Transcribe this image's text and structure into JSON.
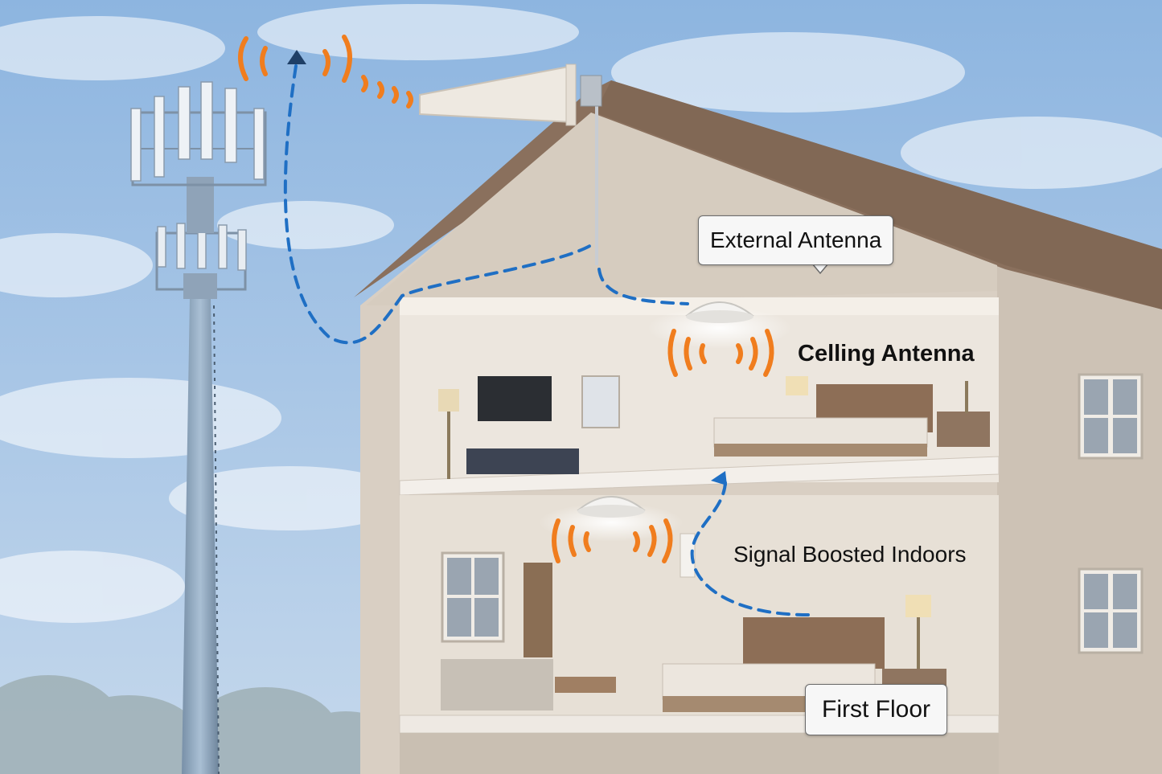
{
  "labels": {
    "external_antenna": "External Antenna",
    "ceiling_antenna": "Celling Antenna",
    "signal_boosted": "Signal Boosted Indoors",
    "first_floor": "First Floor"
  },
  "colors": {
    "sky": "#a9c6e6",
    "signal_path": "#1f6fc4",
    "signal_wave": "#f07d1e",
    "roof": "#8a705d",
    "wall": "#d9cfc3",
    "interior": "#ece6de",
    "tower": "#8fa6bd"
  }
}
